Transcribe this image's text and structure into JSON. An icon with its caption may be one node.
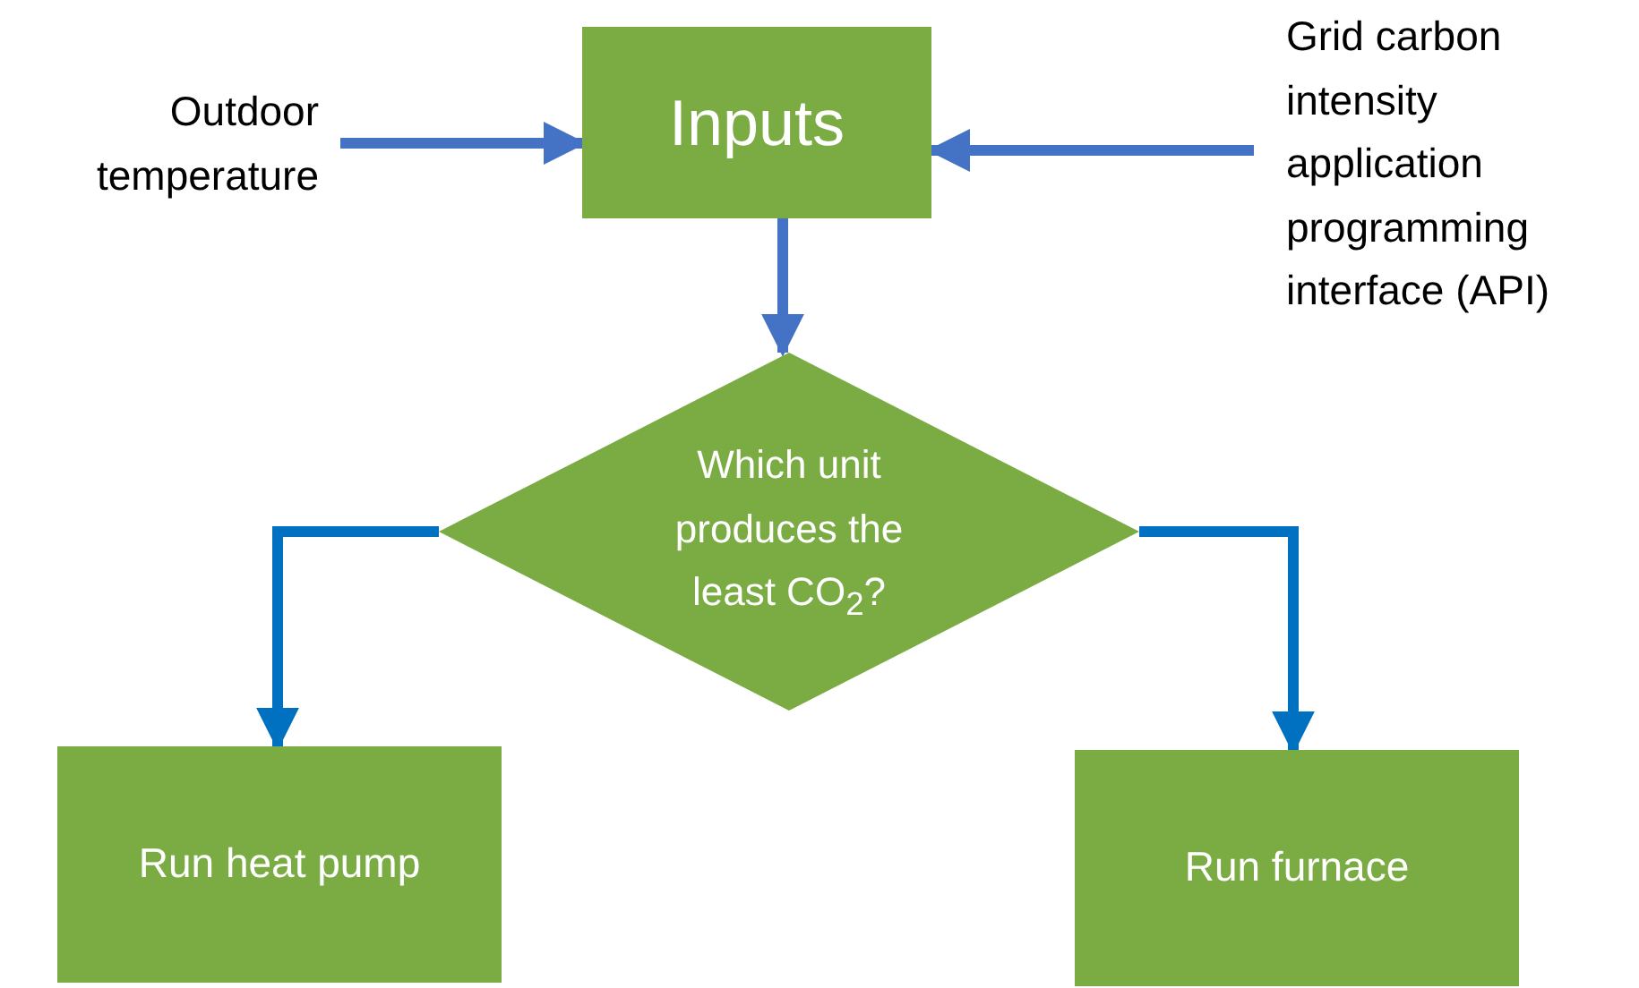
{
  "diagram": {
    "nodes": [
      {
        "text": [
          "Outdoor temperature"
        ]
      },
      {
        "text": [
          "Inputs"
        ]
      },
      {
        "text": [
          "Grid carbon intensity application programming interface (API)"
        ]
      },
      {
        "text": [
          "Which unit produces the least CO$_{2}$?"
        ]
      },
      {
        "text": [
          "Run heat pump"
        ]
      },
      {
        "text": [
          "Run furnace"
        ]
      }
    ],
    "edges": [
      {
        "from": 0,
        "to": 1,
        "arrow": "to"
      },
      {
        "from": 2,
        "to": 1,
        "arrow": "to"
      },
      {
        "from": 1,
        "to": 3,
        "arrow": "to"
      },
      {
        "from": 3,
        "to": 4,
        "arrow": "to",
        "color": "#0070c0"
      },
      {
        "from": 3,
        "to": 5,
        "arrow": "to",
        "color": "#0070c0"
      }
    ]
  }
}
